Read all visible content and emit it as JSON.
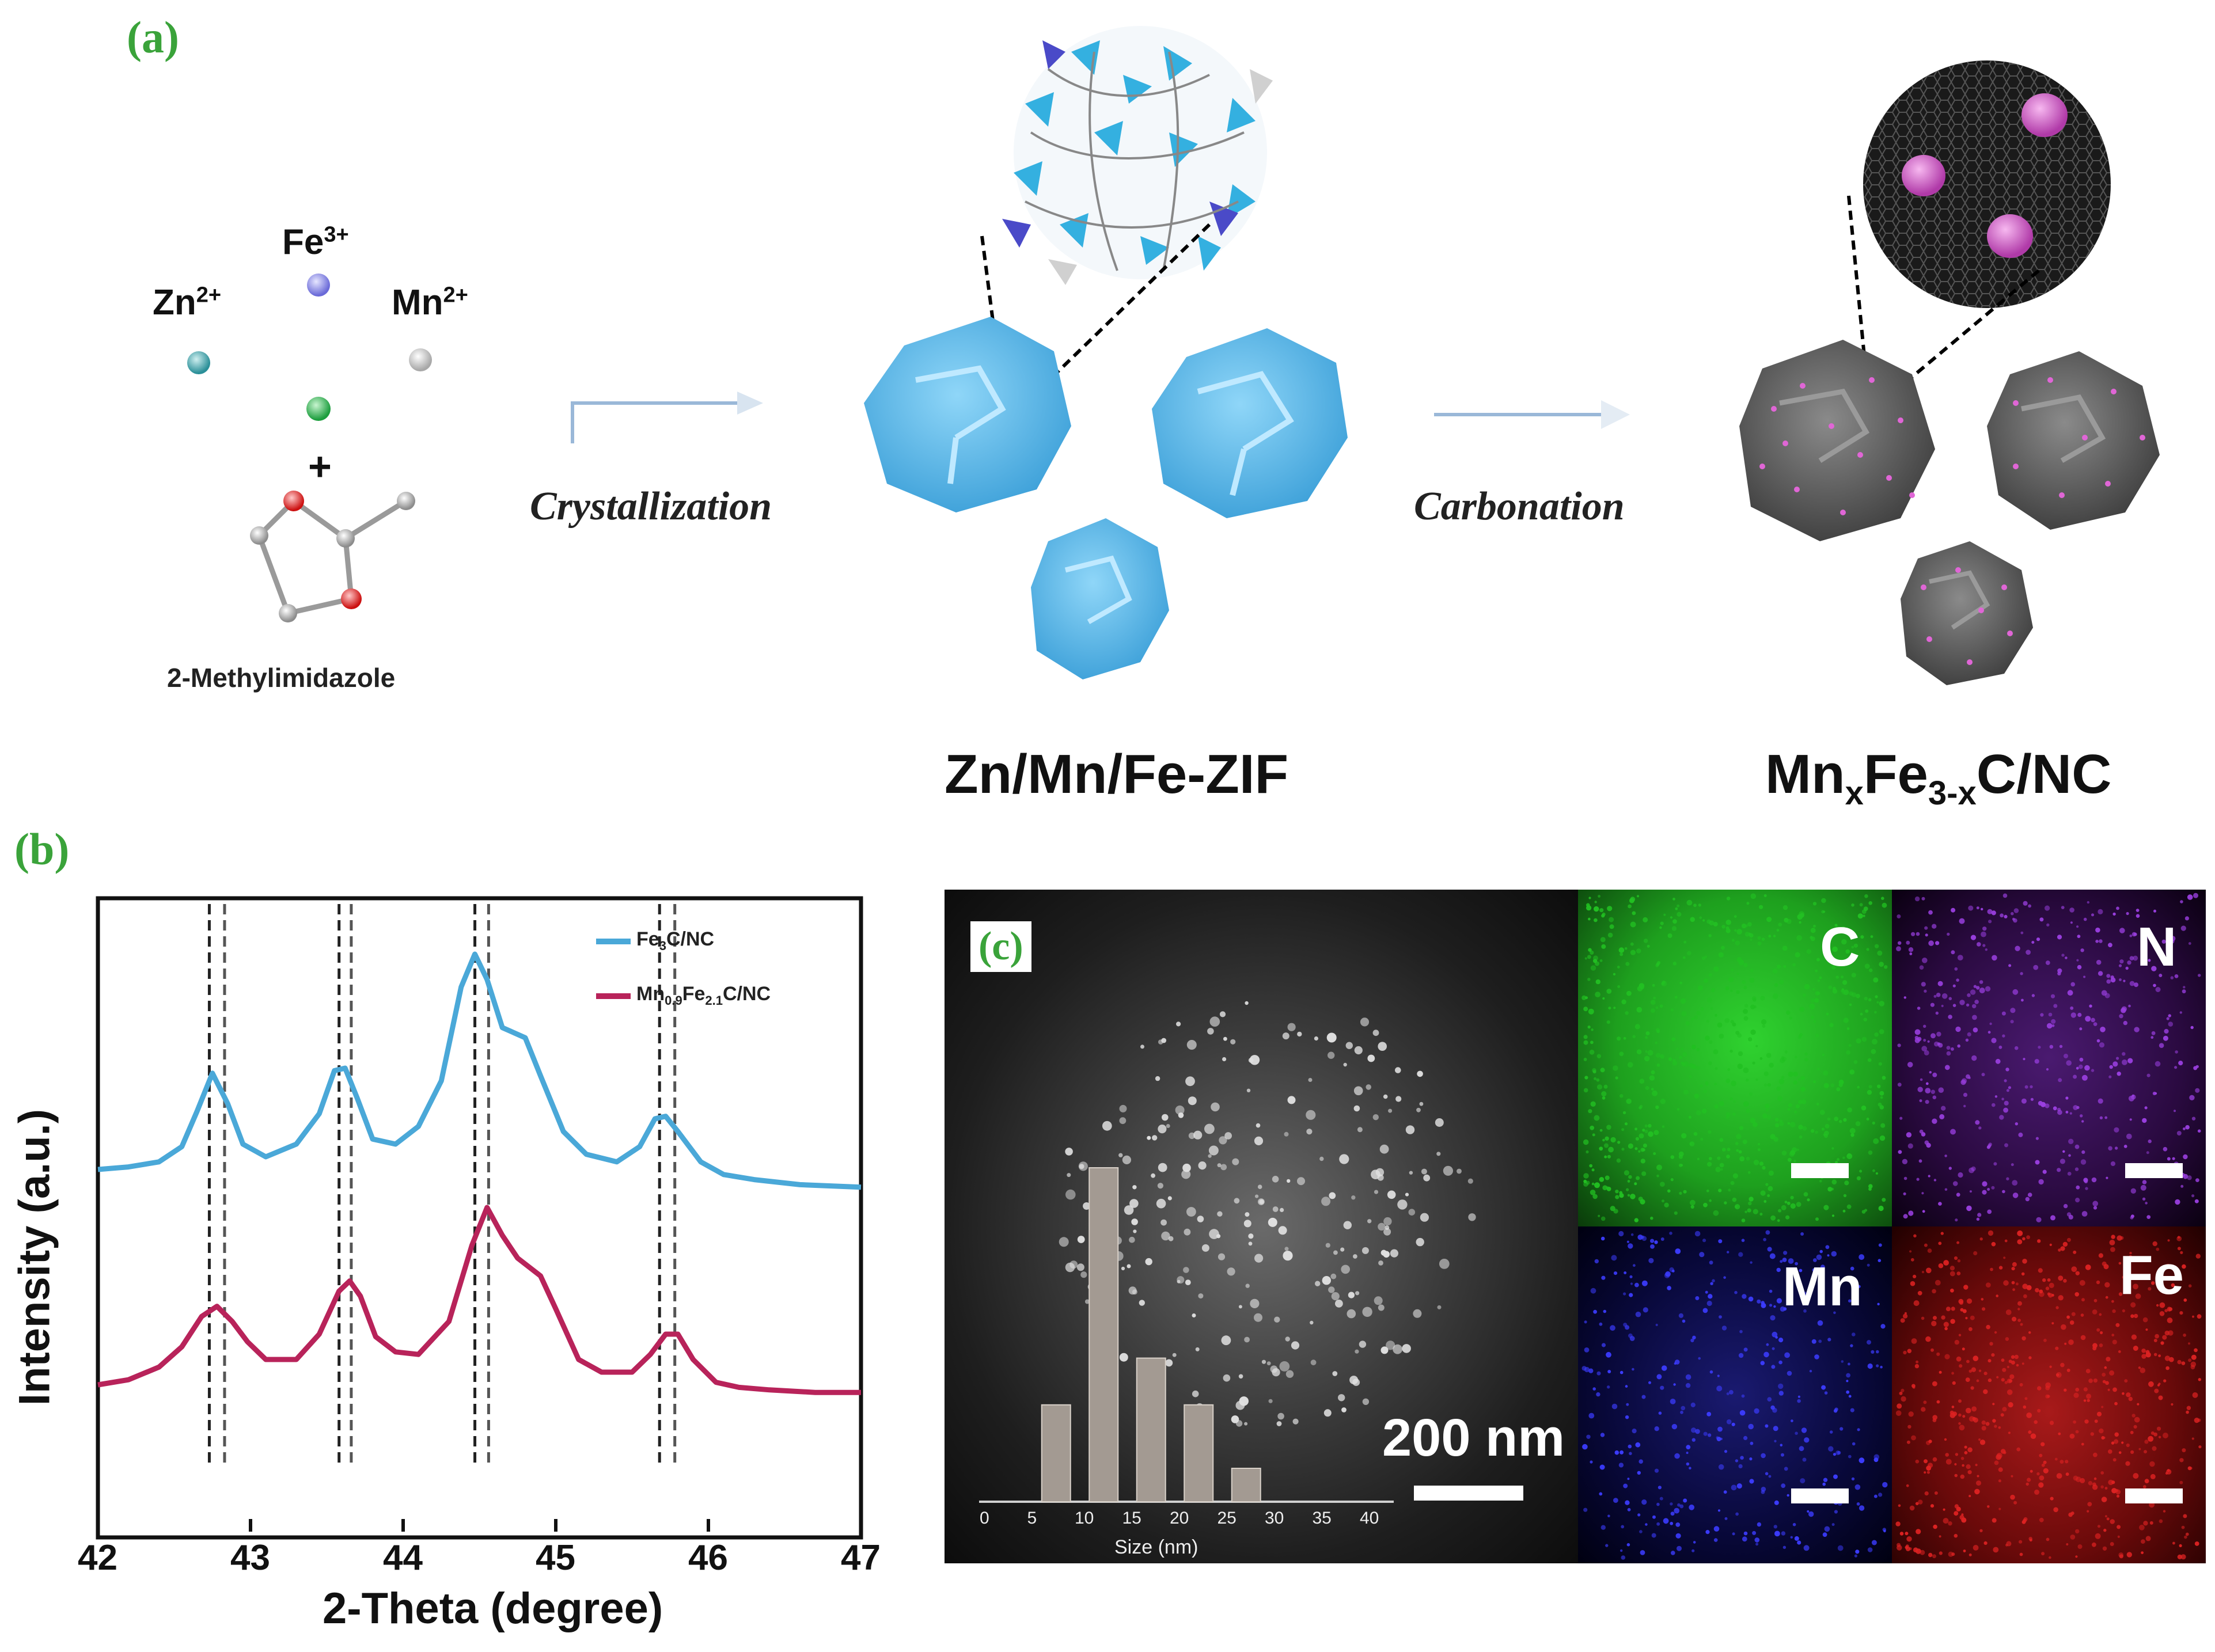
{
  "panel_a": {
    "label": "(a)",
    "ions": {
      "zn": "Zn",
      "zn_charge": "2+",
      "fe": "Fe",
      "fe_charge": "3+",
      "mn": "Mn",
      "mn_charge": "2+"
    },
    "plus": "+",
    "ligand_name": "2-Methylimidazole",
    "step1": "Crystallization",
    "step2": "Carbonation",
    "product1": "Zn/Mn/Fe-ZIF",
    "product2": {
      "a": "Mn",
      "b": "x",
      "c": "Fe",
      "d": "3-x",
      "e": "C/NC"
    },
    "colors": {
      "zif_blue": "#5bbde8",
      "carbon_gray": "#555555",
      "particle_pink": "#e066d6"
    }
  },
  "panel_b": {
    "label": "(b)",
    "legend": [
      {
        "a": "Fe",
        "sub": "3",
        "b": "C/NC",
        "color": "#4aa8d8"
      },
      {
        "a": "Mn",
        "sub": "0.9",
        "b": "Fe",
        "sub2": "2.1",
        "c": "C/NC",
        "color": "#b8235a"
      }
    ]
  },
  "chart_data": {
    "type": "line",
    "title": "",
    "xlabel": "2-Theta (degree)",
    "ylabel": "Intensity (a.u.)",
    "xlim": [
      42,
      47
    ],
    "x_ticks": [
      "42",
      "43",
      "44",
      "45",
      "46",
      "47"
    ],
    "y_ticks_shown": false,
    "grid": false,
    "legend_position": "top-right",
    "reference_lines": [
      42.73,
      42.83,
      43.58,
      43.66,
      44.47,
      44.56,
      45.68,
      45.78
    ],
    "series": [
      {
        "name": "Fe3C/NC",
        "color": "#4aa8d8",
        "x": [
          42.0,
          42.2,
          42.4,
          42.55,
          42.65,
          42.75,
          42.85,
          42.95,
          43.1,
          43.3,
          43.45,
          43.55,
          43.62,
          43.7,
          43.8,
          43.95,
          44.1,
          44.25,
          44.38,
          44.47,
          44.55,
          44.65,
          44.8,
          44.9,
          45.05,
          45.2,
          45.4,
          45.55,
          45.65,
          45.72,
          45.8,
          45.95,
          46.1,
          46.3,
          46.6,
          47.0
        ],
        "y": [
          0.1,
          0.11,
          0.13,
          0.19,
          0.33,
          0.48,
          0.36,
          0.2,
          0.15,
          0.2,
          0.32,
          0.49,
          0.5,
          0.38,
          0.22,
          0.2,
          0.27,
          0.45,
          0.82,
          0.95,
          0.85,
          0.66,
          0.62,
          0.47,
          0.25,
          0.16,
          0.13,
          0.19,
          0.3,
          0.31,
          0.25,
          0.13,
          0.08,
          0.06,
          0.04,
          0.03
        ]
      },
      {
        "name": "Mn0.9Fe2.1C/NC",
        "color": "#b8235a",
        "x": [
          42.0,
          42.2,
          42.4,
          42.55,
          42.68,
          42.78,
          42.88,
          42.98,
          43.1,
          43.3,
          43.45,
          43.58,
          43.65,
          43.72,
          43.82,
          43.95,
          44.1,
          44.3,
          44.45,
          44.55,
          44.65,
          44.75,
          44.9,
          45.0,
          45.15,
          45.3,
          45.5,
          45.62,
          45.72,
          45.8,
          45.9,
          46.05,
          46.2,
          46.4,
          46.7,
          47.0
        ],
        "y": [
          -0.75,
          -0.73,
          -0.68,
          -0.6,
          -0.48,
          -0.44,
          -0.5,
          -0.58,
          -0.65,
          -0.65,
          -0.55,
          -0.38,
          -0.34,
          -0.4,
          -0.56,
          -0.62,
          -0.63,
          -0.5,
          -0.2,
          -0.05,
          -0.16,
          -0.25,
          -0.32,
          -0.45,
          -0.65,
          -0.7,
          -0.7,
          -0.63,
          -0.55,
          -0.55,
          -0.65,
          -0.74,
          -0.76,
          -0.77,
          -0.78,
          -0.78
        ]
      }
    ]
  },
  "panel_c": {
    "label": "(c)",
    "scale_bar": "200 nm",
    "map_labels": [
      "C",
      "N",
      "Mn",
      "Fe"
    ],
    "map_colors": [
      "#22c022",
      "#9a3fe0",
      "#3c3cff",
      "#dd2222"
    ],
    "histogram": {
      "xlabel": "Size (nm)",
      "x_ticks": [
        "0",
        "5",
        "10",
        "15",
        "20",
        "25",
        "30",
        "35",
        "40"
      ],
      "bins": [
        7.5,
        12.5,
        17.5,
        22.5,
        27.5
      ],
      "relative_heights": [
        0.29,
        1.0,
        0.43,
        0.29,
        0.1
      ]
    }
  }
}
